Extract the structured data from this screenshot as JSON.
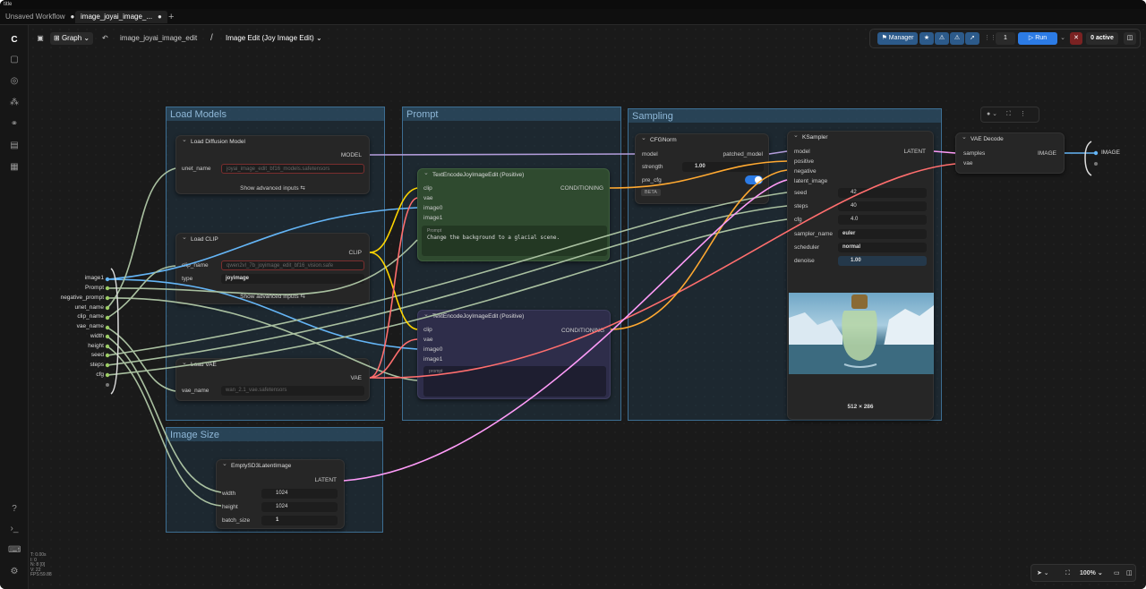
{
  "titlebar": {
    "app": "title"
  },
  "tabs": [
    {
      "label": "Unsaved Workflow",
      "dot": "●"
    },
    {
      "label": "image_joyai_image_...",
      "dot": "●"
    }
  ],
  "new_tab": "+",
  "toolbar": {
    "graph_label": "Graph",
    "breadcrumb_parent": "image_joyai_image_edit",
    "separator": "/",
    "breadcrumb_current": "Image Edit (Joy Image Edit)"
  },
  "run_panel": {
    "manager": "Manager",
    "queue_count": "1",
    "run_label": "Run",
    "active": "0 active"
  },
  "groups": {
    "load_models": "Load Models",
    "prompt": "Prompt",
    "sampling": "Sampling",
    "image_size": "Image Size"
  },
  "nodes": {
    "load_diffusion": {
      "title": "Load Diffusion Model",
      "output": "MODEL",
      "unet_label": "unet_name",
      "unet_value": "joyai_image_edit_bf16_models.safetensors",
      "advanced": "Show advanced inputs"
    },
    "load_clip": {
      "title": "Load CLIP",
      "output": "CLIP",
      "clip_label": "clip_name",
      "clip_value": "qwen2vl_7b_joyimage_edit_bf16_vision.safe",
      "type_label": "type",
      "type_value": "joyimage",
      "advanced": "Show advanced inputs"
    },
    "load_vae": {
      "title": "Load VAE",
      "output": "VAE",
      "vae_label": "vae_name",
      "vae_value": "wan_2.1_vae.safetensors"
    },
    "text_pos1": {
      "title": "TextEncodeJoyImageEdit (Positive)",
      "output": "CONDITIONING",
      "inputs": [
        "clip",
        "vae",
        "image0",
        "image1"
      ],
      "prompt_label": "Prompt",
      "prompt_text": "Change the background to a glacial scene."
    },
    "text_pos2": {
      "title": "TextEncodeJoyImageEdit (Positive)",
      "output": "CONDITIONING",
      "inputs": [
        "clip",
        "vae",
        "image0",
        "image1"
      ],
      "prompt_placeholder": "prompt"
    },
    "cfgnorm": {
      "title": "CFGNorm",
      "in": "model",
      "out": "patched_model",
      "strength_label": "strength",
      "strength_value": "1.00",
      "pre_cfg_label": "pre_cfg",
      "badge": "BETA"
    },
    "ksampler": {
      "title": "KSampler",
      "inputs": [
        "model",
        "positive",
        "negative",
        "latent_image"
      ],
      "output": "LATENT",
      "seed_label": "seed",
      "seed_value": "42",
      "steps_label": "steps",
      "steps_value": "40",
      "cfg_label": "cfg",
      "cfg_value": "4.0",
      "sampler_label": "sampler_name",
      "sampler_value": "euler",
      "scheduler_label": "scheduler",
      "scheduler_value": "normal",
      "denoise_label": "denoise",
      "denoise_value": "1.00",
      "dims": "512 × 286"
    },
    "vae_decode": {
      "title": "VAE Decode",
      "inputs": [
        "samples",
        "vae"
      ],
      "output": "IMAGE"
    },
    "empty_latent": {
      "title": "EmptySD3LatentImage",
      "output": "LATENT",
      "width_label": "width",
      "width_value": "1024",
      "height_label": "height",
      "height_value": "1024",
      "batch_label": "batch_size",
      "batch_value": "1"
    }
  },
  "graph_inputs": [
    "image1",
    "Prompt",
    "negative_prompt",
    "unet_name",
    "clip_name",
    "vae_name",
    "width",
    "height",
    "seed",
    "steps",
    "cfg"
  ],
  "graph_output": "IMAGE",
  "zoom": "100%",
  "stats": [
    "T: 0.00s",
    "I: 0",
    "N: 8 [0]",
    "V: 22",
    "FPS:59.88"
  ],
  "colors": {
    "clip": "#ffd500",
    "vae": "#ff6e6e",
    "model": "#b39ddb",
    "conditioning": "#ffa931",
    "latent": "#ff9cf9",
    "image": "#64b5f6",
    "accent": "#2c7be5"
  }
}
